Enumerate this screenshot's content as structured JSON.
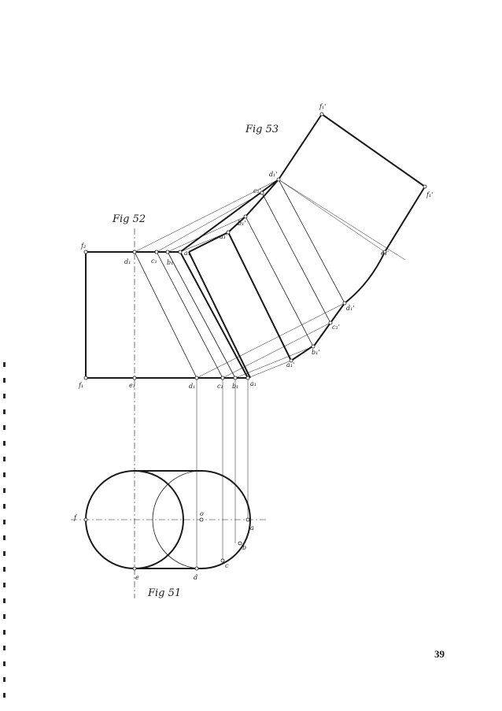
{
  "page_number": "39",
  "figures": {
    "fig51": "Fig 51",
    "fig52": "Fig 52",
    "fig53": "Fig 53"
  },
  "labels": {
    "f2": "f₂",
    "d1_top": "d₁",
    "c1_top": "c₁",
    "b1_top": "b₁",
    "a1_top": "a₁",
    "f1": "f₁",
    "e1": "e₁",
    "d1_bot": "d₁",
    "c1_bot": "c₁",
    "b1_bot": "b₁",
    "a1_bot": "a₁",
    "f_plan": "f",
    "o_plan": "o",
    "a_plan": "a",
    "b_plan": "b",
    "c_plan": "c",
    "d_plan": "d",
    "e_plan": "e",
    "f1_prime_top": "f₁'",
    "f1_prime_right": "f₁'",
    "d1_prime_top": "d₁'",
    "c1_prime_top": "c₁'",
    "b1_prime_top": "b₁'",
    "a1_prime_top": "a₁'",
    "e1_prime": "e₁'",
    "d1_prime_bot": "d₁'",
    "c1_prime_bot": "c₁'",
    "b1_prime_bot": "b₁'",
    "a1_prime_bot": "a₁'"
  }
}
